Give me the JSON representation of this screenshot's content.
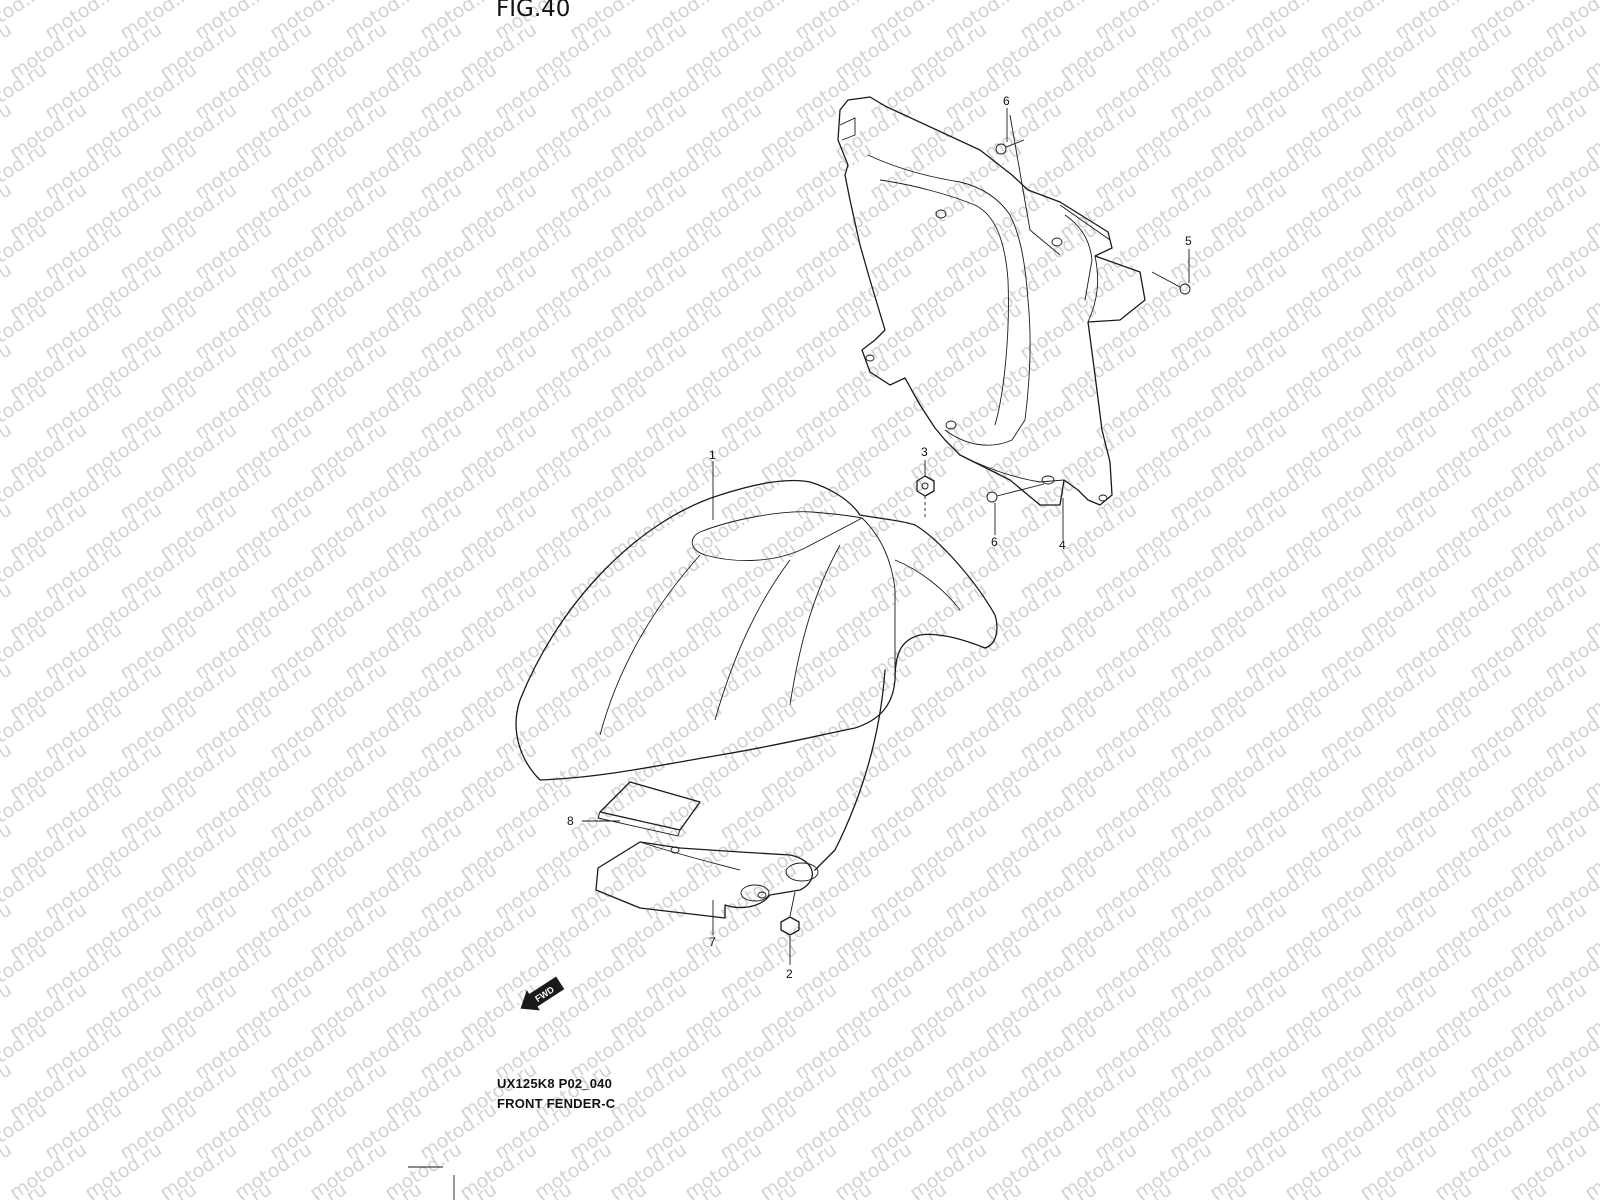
{
  "figure": {
    "title": "FIG.40",
    "model_code": "UX125K8 P02_040",
    "name": "FRONT FENDER-C"
  },
  "watermark": {
    "text": "motod.ru"
  },
  "forward_arrow": {
    "label": "FWD"
  },
  "callouts": [
    "1",
    "2",
    "3",
    "4",
    "5",
    "6",
    "6",
    "7",
    "8"
  ]
}
